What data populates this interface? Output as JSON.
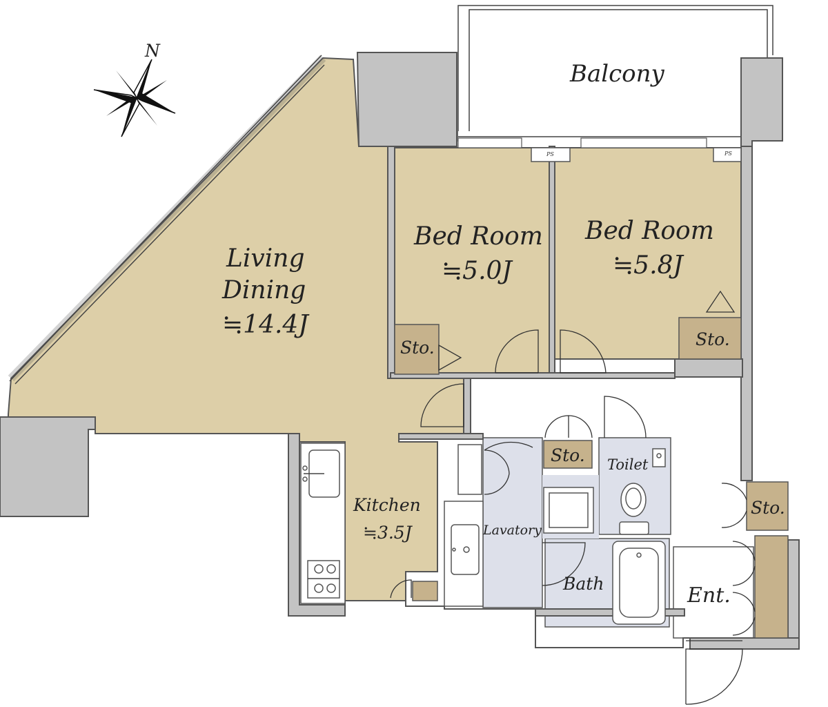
{
  "compass": {
    "north_label": "N",
    "icon": "compass-rose-icon"
  },
  "colors": {
    "living": "#ddcfa8",
    "wet_area": "#dde0ea",
    "storage": "#c6b28c",
    "wall": "#c3c3c3",
    "white": "#ffffff"
  },
  "rooms": {
    "balcony": {
      "name": "Balcony"
    },
    "living": {
      "line1": "Living",
      "line2": "Dining",
      "area": "≒14.4J"
    },
    "bedroom1": {
      "name": "Bed Room",
      "area": "≒5.0J"
    },
    "bedroom2": {
      "name": "Bed Room",
      "area": "≒5.8J"
    },
    "kitchen": {
      "name": "Kitchen",
      "area": "≒3.5J"
    },
    "lavatory": {
      "name": "Lavatory"
    },
    "toilet": {
      "name": "Toilet"
    },
    "bath": {
      "name": "Bath"
    },
    "entrance": {
      "name": "Ent."
    }
  },
  "storage": {
    "bedroom1": "Sto.",
    "bedroom2": "Sto.",
    "hall": "Sto.",
    "entrance": "Sto."
  },
  "pipe_space": [
    "PS",
    "PS"
  ]
}
